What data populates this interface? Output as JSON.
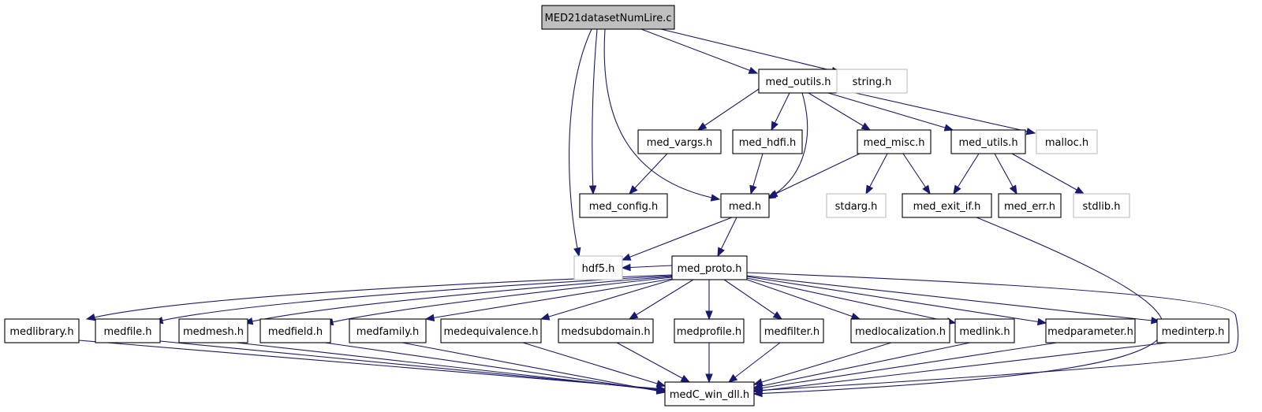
{
  "diagram": {
    "type": "include-dependency-graph",
    "colors": {
      "edge": "#191970",
      "root_fill": "#bfbfbf",
      "node_border": "#000000",
      "external_border": "#bfbfbf",
      "node_fill": "#ffffff"
    },
    "nodes": [
      {
        "id": "root",
        "label": "MED21datasetNumLire.c",
        "kind": "root"
      },
      {
        "id": "med_outils",
        "label": "med_outils.h",
        "kind": "normal"
      },
      {
        "id": "string",
        "label": "string.h",
        "kind": "external"
      },
      {
        "id": "med_vargs",
        "label": "med_vargs.h",
        "kind": "normal"
      },
      {
        "id": "med_hdfi",
        "label": "med_hdfi.h",
        "kind": "normal"
      },
      {
        "id": "med_misc",
        "label": "med_misc.h",
        "kind": "normal"
      },
      {
        "id": "med_utils",
        "label": "med_utils.h",
        "kind": "normal"
      },
      {
        "id": "malloc",
        "label": "malloc.h",
        "kind": "external"
      },
      {
        "id": "med_config",
        "label": "med_config.h",
        "kind": "normal"
      },
      {
        "id": "med",
        "label": "med.h",
        "kind": "normal"
      },
      {
        "id": "stdarg",
        "label": "stdarg.h",
        "kind": "external"
      },
      {
        "id": "med_exit_if",
        "label": "med_exit_if.h",
        "kind": "normal"
      },
      {
        "id": "med_err",
        "label": "med_err.h",
        "kind": "normal"
      },
      {
        "id": "stdlib",
        "label": "stdlib.h",
        "kind": "external"
      },
      {
        "id": "hdf5",
        "label": "hdf5.h",
        "kind": "external"
      },
      {
        "id": "med_proto",
        "label": "med_proto.h",
        "kind": "normal"
      },
      {
        "id": "medlibrary",
        "label": "medlibrary.h",
        "kind": "normal"
      },
      {
        "id": "medfile",
        "label": "medfile.h",
        "kind": "normal"
      },
      {
        "id": "medmesh",
        "label": "medmesh.h",
        "kind": "normal"
      },
      {
        "id": "medfield",
        "label": "medfield.h",
        "kind": "normal"
      },
      {
        "id": "medfamily",
        "label": "medfamily.h",
        "kind": "normal"
      },
      {
        "id": "medequivalence",
        "label": "medequivalence.h",
        "kind": "normal"
      },
      {
        "id": "medsubdomain",
        "label": "medsubdomain.h",
        "kind": "normal"
      },
      {
        "id": "medprofile",
        "label": "medprofile.h",
        "kind": "normal"
      },
      {
        "id": "medfilter",
        "label": "medfilter.h",
        "kind": "normal"
      },
      {
        "id": "medlocalization",
        "label": "medlocalization.h",
        "kind": "normal"
      },
      {
        "id": "medlink",
        "label": "medlink.h",
        "kind": "normal"
      },
      {
        "id": "medparameter",
        "label": "medparameter.h",
        "kind": "normal"
      },
      {
        "id": "medinterp",
        "label": "medinterp.h",
        "kind": "normal"
      },
      {
        "id": "medC_win_dll",
        "label": "medC_win_dll.h",
        "kind": "normal"
      }
    ],
    "edges": [
      {
        "from": "root",
        "to": "med_outils"
      },
      {
        "from": "root",
        "to": "string"
      },
      {
        "from": "root",
        "to": "med_config"
      },
      {
        "from": "root",
        "to": "med"
      },
      {
        "from": "root",
        "to": "hdf5"
      },
      {
        "from": "med_outils",
        "to": "med_vargs"
      },
      {
        "from": "med_outils",
        "to": "med_hdfi"
      },
      {
        "from": "med_outils",
        "to": "med_misc"
      },
      {
        "from": "med_outils",
        "to": "med_utils"
      },
      {
        "from": "med_outils",
        "to": "malloc"
      },
      {
        "from": "med_outils",
        "to": "med"
      },
      {
        "from": "med_vargs",
        "to": "med_config"
      },
      {
        "from": "med_hdfi",
        "to": "med"
      },
      {
        "from": "med_misc",
        "to": "med"
      },
      {
        "from": "med_misc",
        "to": "stdarg"
      },
      {
        "from": "med_misc",
        "to": "med_exit_if"
      },
      {
        "from": "med_utils",
        "to": "med_exit_if"
      },
      {
        "from": "med_utils",
        "to": "med_err"
      },
      {
        "from": "med_utils",
        "to": "stdlib"
      },
      {
        "from": "med",
        "to": "hdf5"
      },
      {
        "from": "med",
        "to": "med_proto"
      },
      {
        "from": "med_exit_if",
        "to": "medC_win_dll"
      },
      {
        "from": "med_proto",
        "to": "hdf5"
      },
      {
        "from": "med_proto",
        "to": "medlibrary"
      },
      {
        "from": "med_proto",
        "to": "medfile"
      },
      {
        "from": "med_proto",
        "to": "medmesh"
      },
      {
        "from": "med_proto",
        "to": "medfield"
      },
      {
        "from": "med_proto",
        "to": "medfamily"
      },
      {
        "from": "med_proto",
        "to": "medequivalence"
      },
      {
        "from": "med_proto",
        "to": "medsubdomain"
      },
      {
        "from": "med_proto",
        "to": "medprofile"
      },
      {
        "from": "med_proto",
        "to": "medfilter"
      },
      {
        "from": "med_proto",
        "to": "medlocalization"
      },
      {
        "from": "med_proto",
        "to": "medlink"
      },
      {
        "from": "med_proto",
        "to": "medparameter"
      },
      {
        "from": "med_proto",
        "to": "medinterp"
      },
      {
        "from": "med_proto",
        "to": "medC_win_dll"
      },
      {
        "from": "medlibrary",
        "to": "medC_win_dll"
      },
      {
        "from": "medfile",
        "to": "medC_win_dll"
      },
      {
        "from": "medmesh",
        "to": "medC_win_dll"
      },
      {
        "from": "medfield",
        "to": "medC_win_dll"
      },
      {
        "from": "medfamily",
        "to": "medC_win_dll"
      },
      {
        "from": "medequivalence",
        "to": "medC_win_dll"
      },
      {
        "from": "medsubdomain",
        "to": "medC_win_dll"
      },
      {
        "from": "medprofile",
        "to": "medC_win_dll"
      },
      {
        "from": "medfilter",
        "to": "medC_win_dll"
      },
      {
        "from": "medlocalization",
        "to": "medC_win_dll"
      },
      {
        "from": "medlink",
        "to": "medC_win_dll"
      },
      {
        "from": "medparameter",
        "to": "medC_win_dll"
      },
      {
        "from": "medinterp",
        "to": "medC_win_dll"
      }
    ]
  }
}
